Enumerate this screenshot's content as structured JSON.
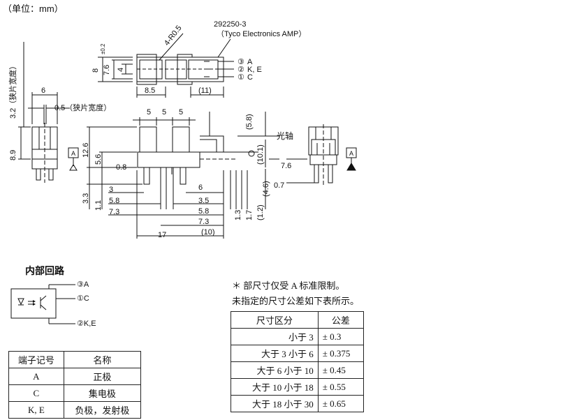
{
  "unit_note": "（单位：mm）",
  "drawing": {
    "connector_part": "292250-3",
    "connector_maker": "（Tyco Electronics AMP）",
    "radius_label": "4-R0.5",
    "pins": [
      {
        "num": "③",
        "label": "A"
      },
      {
        "num": "②",
        "label": "K, E"
      },
      {
        "num": "①",
        "label": "C"
      }
    ],
    "dims_top": {
      "d8": "8",
      "d7_6": "7.6",
      "d4": "4",
      "d8_5": "8.5",
      "d11": "(11)",
      "tol02": "±0.2"
    },
    "dims_left": {
      "d6": "6",
      "slit_width": "0.5（狭片宽度）",
      "slit_pos": "3.2（狭片宽度）",
      "d8_9": "8.9"
    },
    "dims_front": {
      "top5a": "5",
      "top5b": "5",
      "top5c": "5",
      "d12_6": "12.6",
      "d5_6": "5.6",
      "d0_8": "0.8",
      "d3_3": "3.3",
      "d1_1": "1.1",
      "d3": "3",
      "d5_8": "5.8",
      "d7_3": "7.3",
      "d17": "17",
      "d10": "(10)",
      "d6": "6",
      "d3_5": "3.5",
      "d5_8b": "5.8",
      "d7_3b": "7.3",
      "d5_8p": "(5.8)",
      "d10_1": "(10.1)",
      "d7_6": "7.6",
      "d4_6": "(4.6)",
      "d0_7": "0.7",
      "d1_2": "(1.2)",
      "d1_3": "1.3",
      "d1_7": "1.7",
      "optical_axis": "光轴",
      "ref_a": "A"
    }
  },
  "circuit": {
    "title": "内部回路",
    "pin_a": "③A",
    "pin_c": "①C",
    "pin_ke": "②K,E"
  },
  "notes": {
    "line1": "＊ 部尺寸仅受 A 标准限制。",
    "line2": "未指定的尺寸公差如下表所示。"
  },
  "pin_table": {
    "headers": [
      "端子记号",
      "名称"
    ],
    "rows": [
      [
        "A",
        "正极"
      ],
      [
        "C",
        "集电极"
      ],
      [
        "K, E",
        "负极，发射极"
      ]
    ]
  },
  "tolerance_table": {
    "headers": [
      "尺寸区分",
      "公差"
    ],
    "rows": [
      [
        "小于 3",
        "± 0.3"
      ],
      [
        "大于 3 小于 6",
        "± 0.375"
      ],
      [
        "大于 6 小于 10",
        "± 0.45"
      ],
      [
        "大于 10 小于 18",
        "± 0.55"
      ],
      [
        "大于 18 小于 30",
        "± 0.65"
      ]
    ]
  }
}
